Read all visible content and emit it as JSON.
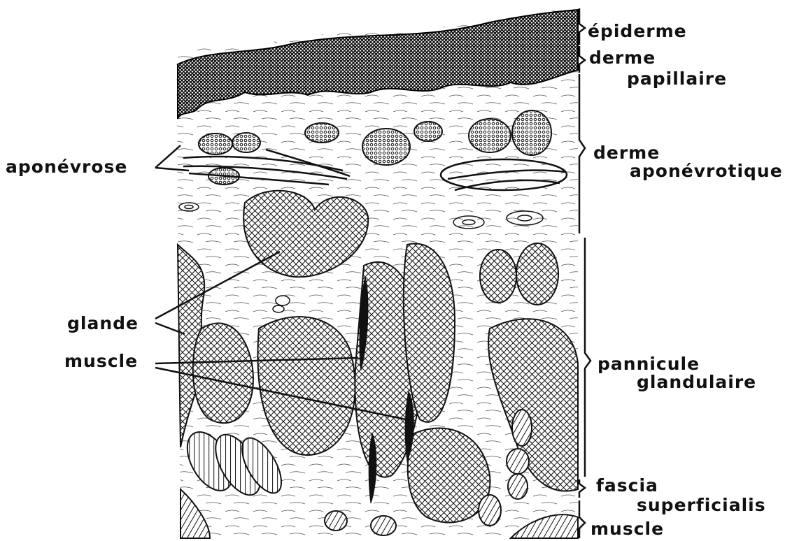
{
  "figure": {
    "left_labels": {
      "aponevrose": "aponévrose",
      "glande": "glande",
      "muscle": "muscle"
    },
    "layers": [
      {
        "id": "epiderme",
        "lines": [
          "épiderme"
        ]
      },
      {
        "id": "derme-papillaire",
        "lines": [
          "derme",
          "papillaire"
        ]
      },
      {
        "id": "derme-aponevrotique",
        "lines": [
          "derme",
          "aponévrotique"
        ]
      },
      {
        "id": "pannicule-glandulaire",
        "lines": [
          "pannicule",
          "glandulaire"
        ]
      },
      {
        "id": "fascia-superficialis",
        "lines": [
          "fascia",
          "superficialis"
        ]
      },
      {
        "id": "muscle",
        "lines": [
          "muscle"
        ]
      }
    ]
  }
}
